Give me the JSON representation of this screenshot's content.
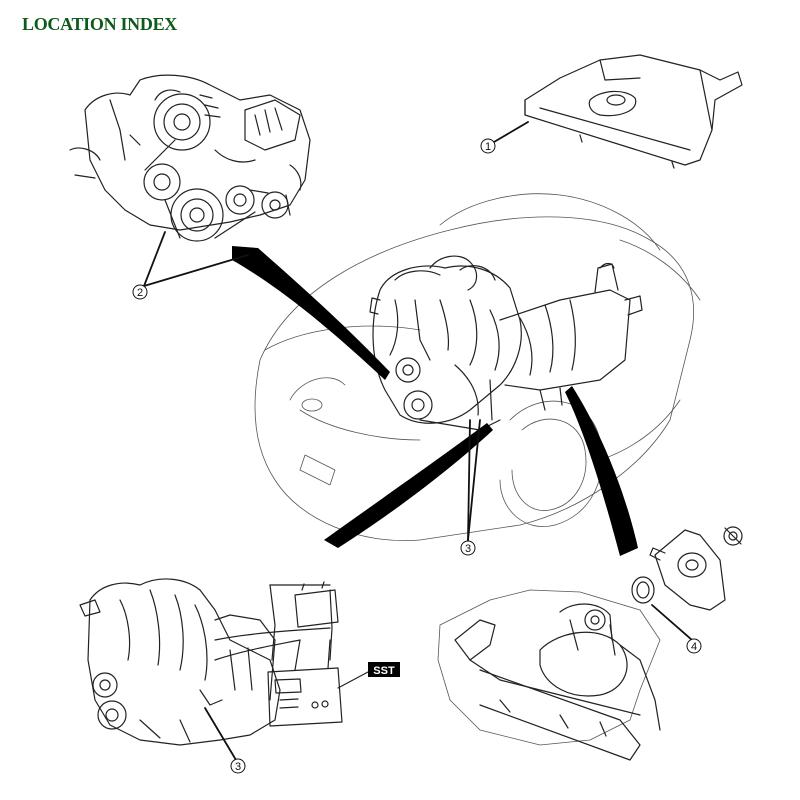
{
  "title": "LOCATION INDEX",
  "callouts": {
    "c1": "1",
    "c2": "2",
    "c3_top": "3",
    "c3_bottom": "3",
    "c4": "4"
  },
  "sst_label": "SST",
  "colors": {
    "title": "#0d5a1a",
    "line": "#222222",
    "arrow": "#000000"
  }
}
